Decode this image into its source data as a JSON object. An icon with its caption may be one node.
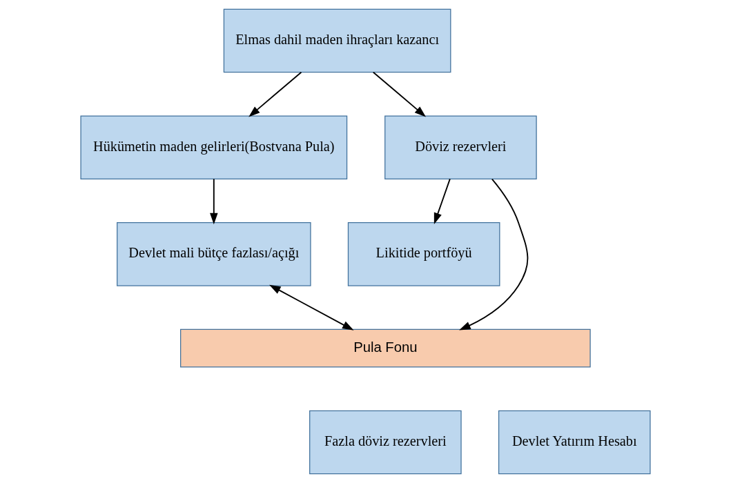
{
  "diagram": {
    "nodes": [
      {
        "text": [
          "Elmas dahil maden ihraçları kazancı"
        ]
      },
      {
        "text": [
          "Hükümetin maden gelirleri(Bostvana Pula)"
        ]
      },
      {
        "text": [
          "Döviz rezervleri"
        ]
      },
      {
        "text": [
          "Devlet mali bütçe fazlası/açığı"
        ]
      },
      {
        "text": [
          "Likitide portföyü"
        ]
      },
      {
        "text": [
          "Pula Fonu"
        ]
      },
      {
        "text": [
          "Fazla döviz rezervleri"
        ]
      },
      {
        "text": [
          "Devlet Yatırım Hesabı"
        ]
      }
    ],
    "edges": [
      {
        "from": 0,
        "to": 1,
        "arrow": "to"
      },
      {
        "from": 0,
        "to": 2,
        "arrow": "to"
      },
      {
        "from": 1,
        "to": 3,
        "arrow": "to"
      },
      {
        "from": 2,
        "to": 4,
        "arrow": "to"
      },
      {
        "from": 2,
        "to": 5,
        "arrow": "to"
      },
      {
        "from": 3,
        "to": 5,
        "arrow": "both"
      }
    ]
  }
}
